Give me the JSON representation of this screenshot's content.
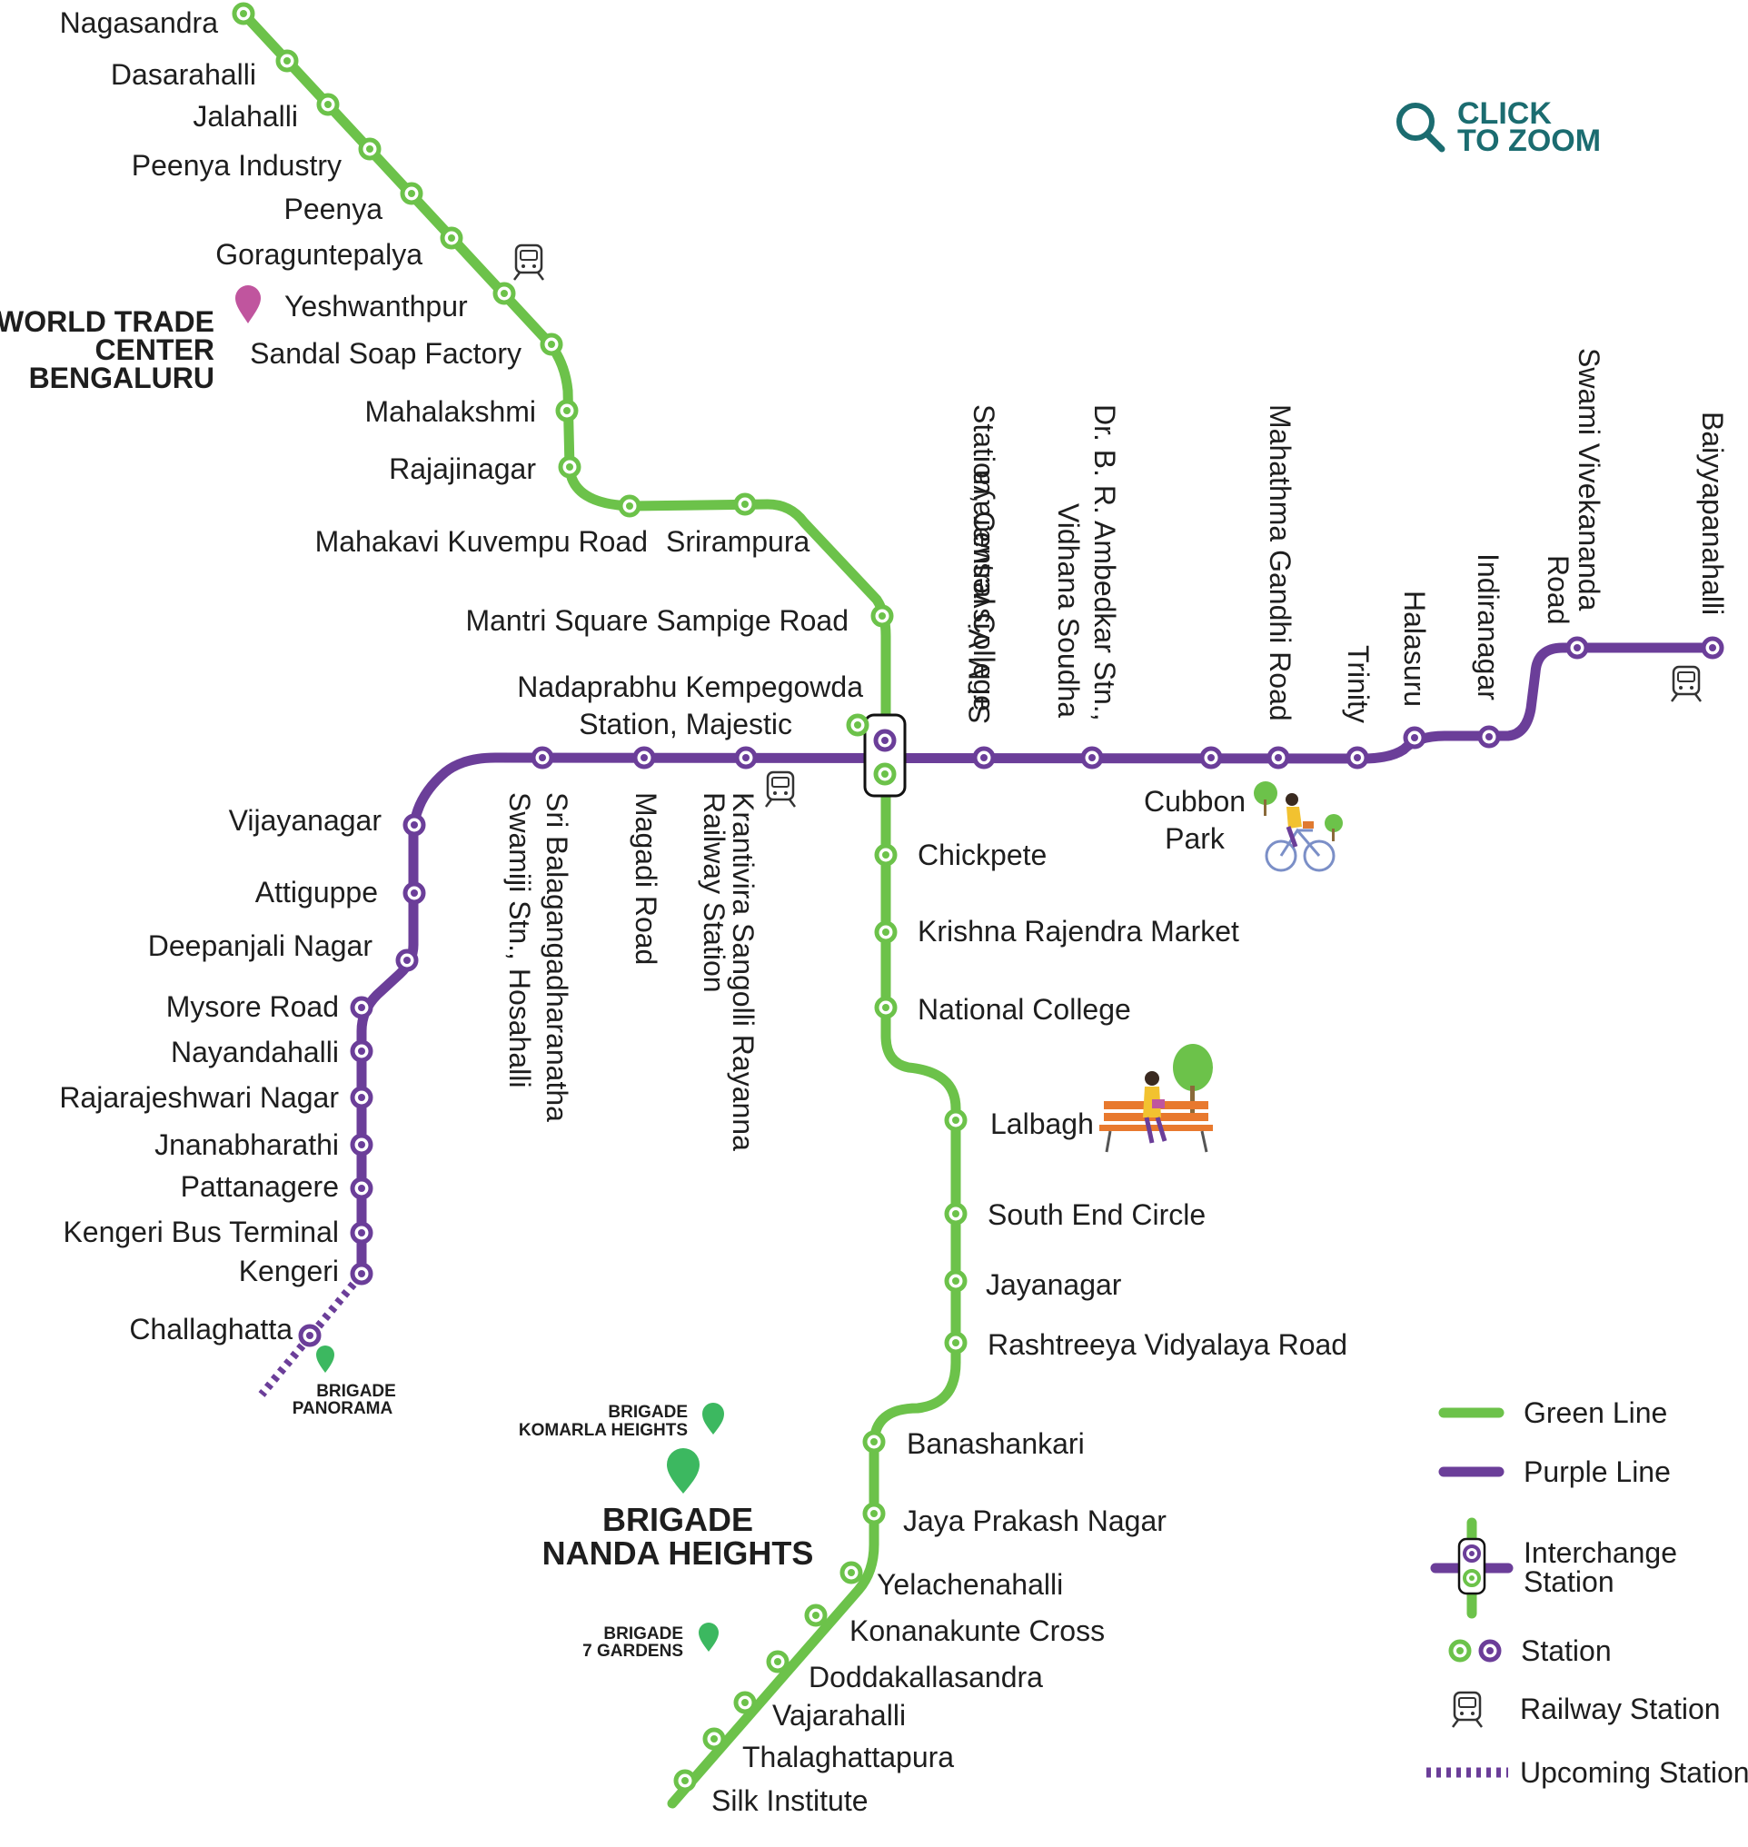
{
  "map": {
    "zoom": {
      "line1": "CLICK",
      "line2": "TO ZOOM",
      "icon": "magnifier-icon"
    },
    "colors": {
      "green": "#6cc24a",
      "purple": "#6b3e99",
      "pin_green": "#3cb860",
      "pin_magenta": "#c0559e",
      "accent": "#1b6c70"
    },
    "green_line": {
      "stations": [
        "Nagasandra",
        "Dasarahalli",
        "Jalahalli",
        "Peenya Industry",
        "Peenya",
        "Goraguntepalya",
        "Yeshwanthpur",
        "Sandal Soap Factory",
        "Mahalakshmi",
        "Rajajinagar",
        "Mahakavi Kuvempu Road",
        "Srirampura",
        "Mantri Square Sampige Road",
        "Chickpete",
        "Krishna Rajendra Market",
        "National College",
        "Lalbagh",
        "South End Circle",
        "Jayanagar",
        "Rashtreeya Vidyalaya Road",
        "Banashankari",
        "Jaya Prakash Nagar",
        "Yelachenahalli",
        "Konanakunte Cross",
        "Doddakallasandra",
        "Vajarahalli",
        "Thalaghattapura",
        "Silk Institute"
      ]
    },
    "interchange": {
      "line1": "Nadaprabhu Kempegowda",
      "line2": "Station, Majestic"
    },
    "purple_line": {
      "west_stations": [
        "Mysore Road",
        "Nayandahalli",
        "Rajarajeshwari Nagar",
        "Jnanabharathi",
        "Pattanagere",
        "Kengeri Bus Terminal",
        "Kengeri",
        "Challaghatta"
      ],
      "west_upper": [
        "Vijayanagar",
        "Attiguppe",
        "Deepanjali Nagar"
      ],
      "vertical": {
        "hosahalli_1": "Sri Balagangadharanatha",
        "hosahalli_2": "Swamiji Stn., Hosahalli",
        "magadi": "Magadi Road",
        "krantivira_1": "Krantivira Sangolli Rayanna",
        "krantivira_2": "Railway Station",
        "visvesvaraya_1": "Sri M Visveswaraya",
        "visvesvaraya_2": "Station, Central College",
        "ambedkar_1": "Dr. B. R. Ambedkar Stn.,",
        "ambedkar_2": "Vidhana Soudha",
        "mg_road": "Mahathma Gandhi Road",
        "trinity": "Trinity",
        "halasuru": "Halasuru",
        "indiranagar": "Indiranagar",
        "vivekananda_1": "Swami Vivekananda",
        "vivekananda_2": "Road",
        "baiyyappanahalli": "Baiyyapanahalli"
      }
    },
    "landmarks": {
      "wtc_1": "WORLD TRADE",
      "wtc_2": "CENTER",
      "wtc_3": "BENGALURU",
      "cubbon_1": "Cubbon",
      "cubbon_2": "Park",
      "panorama_1": "BRIGADE",
      "panorama_2": "PANORAMA",
      "komarla_1": "BRIGADE",
      "komarla_2": "KOMARLA HEIGHTS",
      "nanda_1": "BRIGADE",
      "nanda_2": "NANDA HEIGHTS",
      "gardens_1": "BRIGADE",
      "gardens_2": "7 GARDENS"
    },
    "legend": {
      "green_line": "Green Line",
      "purple_line": "Purple Line",
      "interchange_1": "Interchange",
      "interchange_2": "Station",
      "station": "Station",
      "railway": "Railway Station",
      "upcoming": "Upcoming Station"
    }
  }
}
